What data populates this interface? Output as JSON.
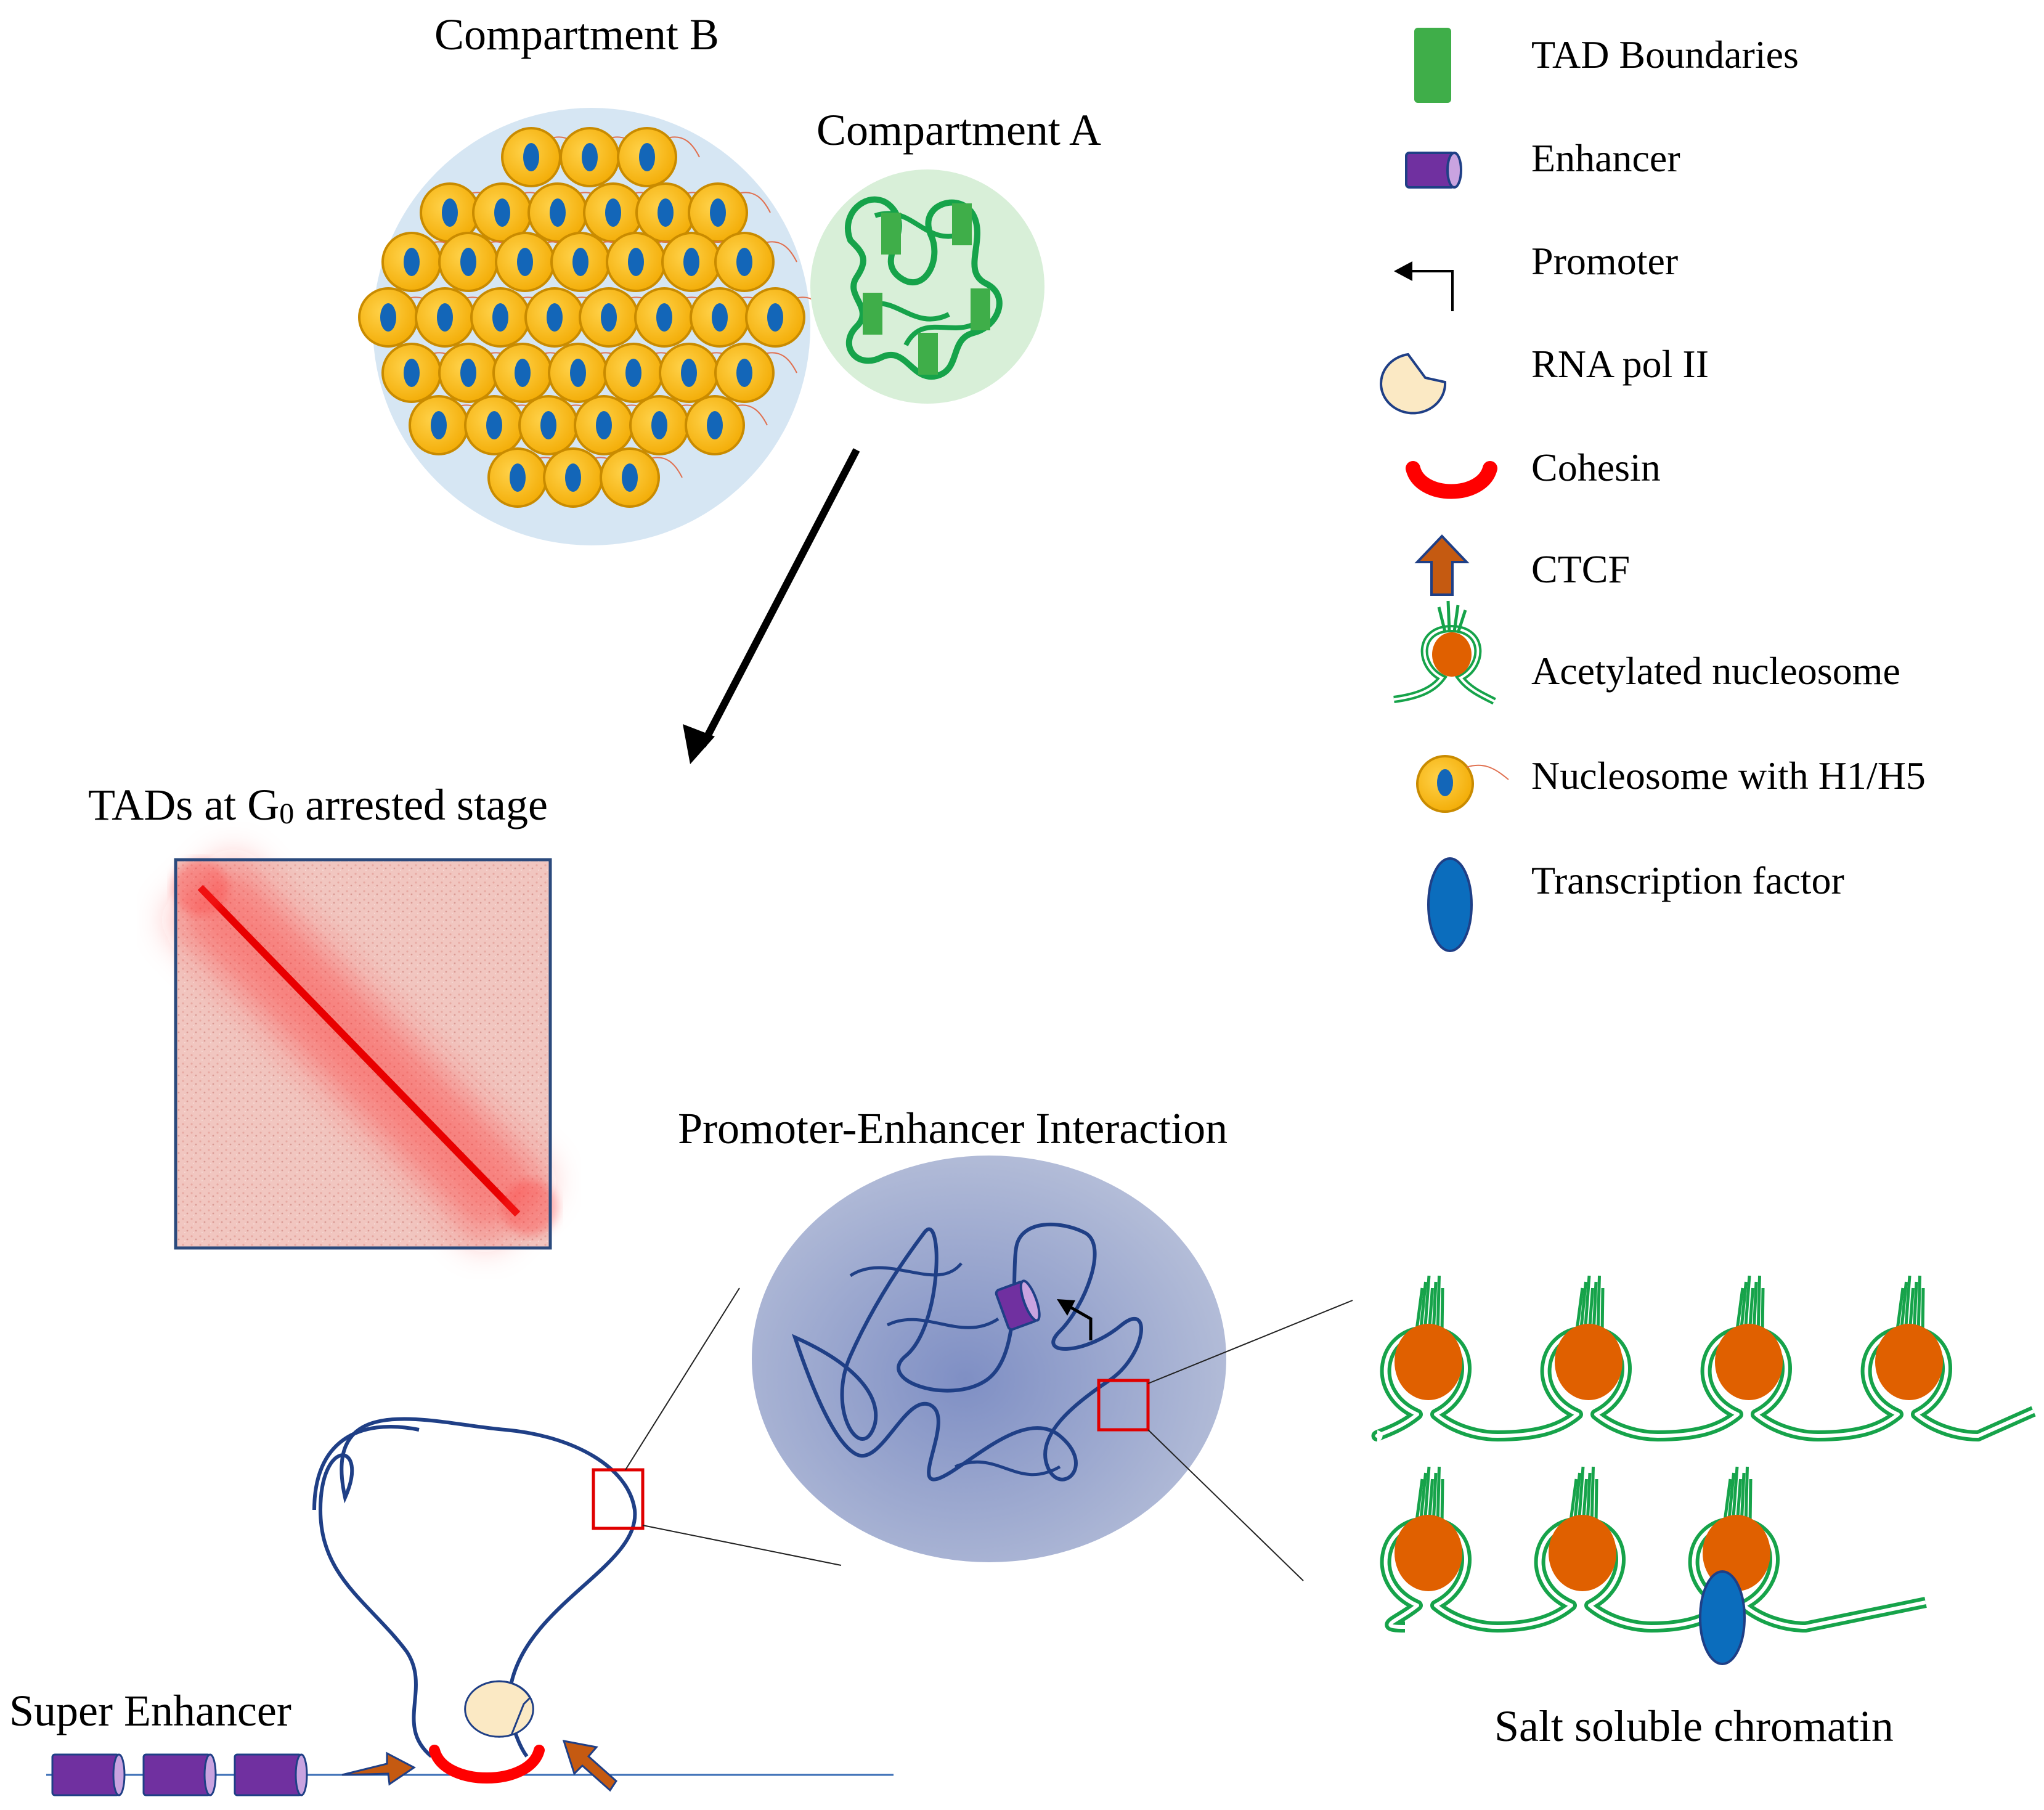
{
  "titles": {
    "compartment_b": "Compartment B",
    "compartment_a": "Compartment A",
    "tads_prefix": "TADs at G",
    "tads_sub": "0",
    "tads_suffix": " arrested stage",
    "promoter_enhancer": "Promoter-Enhancer Interaction",
    "super_enhancer": "Super Enhancer",
    "salt_soluble": "Salt soluble chromatin"
  },
  "legend": [
    {
      "icon": "tad-boundary-icon",
      "label": "TAD Boundaries"
    },
    {
      "icon": "enhancer-icon",
      "label": "Enhancer"
    },
    {
      "icon": "promoter-icon",
      "label": "Promoter"
    },
    {
      "icon": "rna-pol-ii-icon",
      "label": "RNA pol II"
    },
    {
      "icon": "cohesin-icon",
      "label": "Cohesin"
    },
    {
      "icon": "ctcf-icon",
      "label": "CTCF"
    },
    {
      "icon": "acetylated-nucleosome-icon",
      "label": "Acetylated nucleosome"
    },
    {
      "icon": "nucleosome-h1-h5-icon",
      "label": "Nucleosome with H1/H5"
    },
    {
      "icon": "transcription-factor-icon",
      "label": "Transcription factor"
    }
  ],
  "colors": {
    "tad_green": "#3fae49",
    "enhancer_purple": "#7030a0",
    "rna_pol_fill": "#fbe9c4",
    "cohesin_red": "#ff0000",
    "ctcf_orange": "#c55a11",
    "nucleosome_orange": "#e06000",
    "chromatin_green": "#16a34a",
    "nucleosome_yellow": "#fbbf24",
    "tf_blue": "#0b6dbd",
    "dna_navy": "#1f3f86",
    "compartment_b_bg": "#d6e6f3",
    "compartment_a_bg": "#d8efd8",
    "pe_blob": "#a9b4d2",
    "heatmap_bg": "#f3c9c3",
    "heatmap_border": "#2b4a7d"
  }
}
